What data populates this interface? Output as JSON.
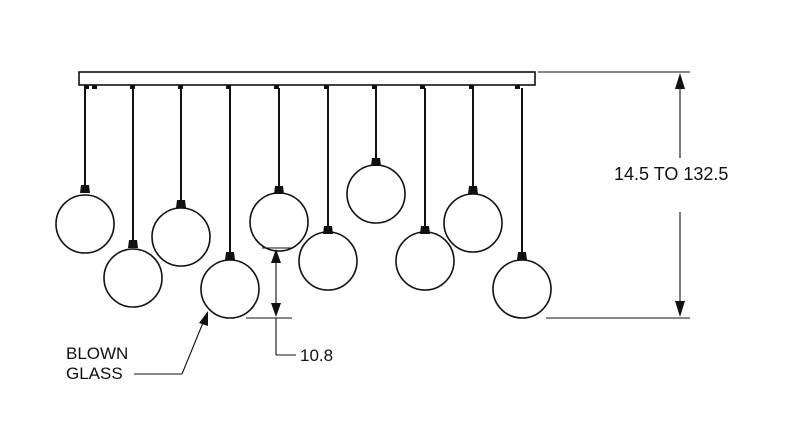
{
  "colors": {
    "line": "#111111",
    "background": "#ffffff"
  },
  "pendant_count": 10,
  "dimensions": {
    "overall_height_label": "14.5 TO 132.5",
    "globe_height_label": "10.8"
  },
  "callout": {
    "line1": "BLOWN",
    "line2": "GLASS"
  }
}
